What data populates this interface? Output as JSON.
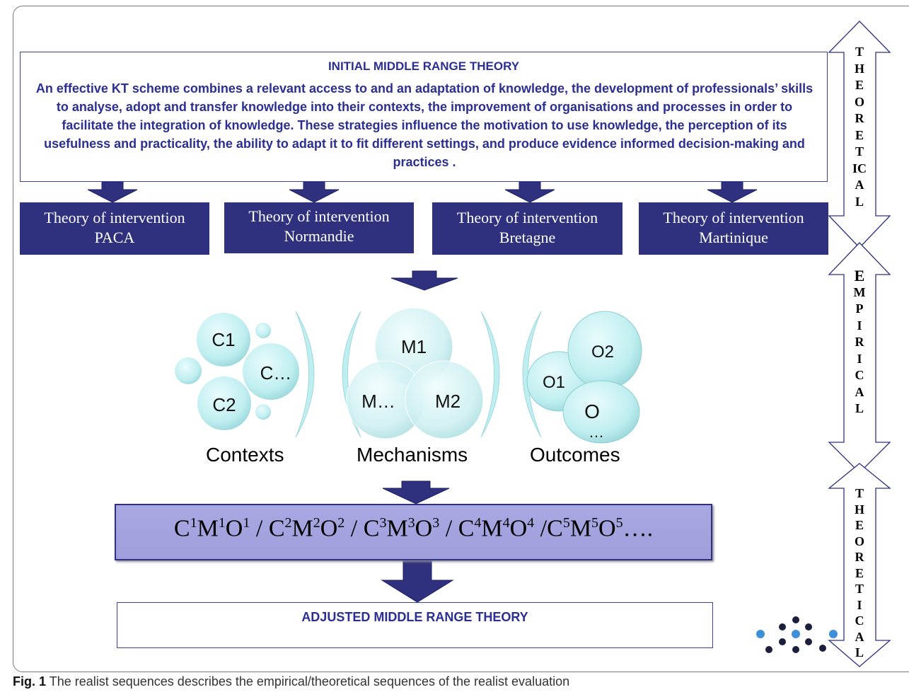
{
  "initial_theory": {
    "title": "INITIAL MIDDLE RANGE THEORY",
    "text": "An effective KT scheme combines a relevant access to and an adaptation of knowledge, the development of professionals’ skills to analyse, adopt and transfer knowledge into their contexts, the improvement of organisations and processes in order to facilitate the integration of knowledge. These strategies influence the motivation to use knowledge, the perception of its usefulness and practicality, the ability to adapt it to fit different settings, and produce evidence informed decision-making and practices ."
  },
  "interventions": [
    {
      "line1": "Theory of intervention",
      "line2": "PACA"
    },
    {
      "line1": "Theory of intervention",
      "line2": "Normandie"
    },
    {
      "line1": "Theory of intervention",
      "line2": "Bretagne"
    },
    {
      "line1": "Theory of intervention",
      "line2": "Martinique"
    }
  ],
  "contexts": {
    "label": "Contexts",
    "c1": "C1",
    "c2": "C2",
    "cn": "C…"
  },
  "mechanisms": {
    "label": "Mechanisms",
    "m1": "M1",
    "m2": "M2",
    "mn": "M…"
  },
  "outcomes": {
    "label": "Outcomes",
    "o1": "O1",
    "o2": "O2",
    "on": "O",
    "on_dots": "…"
  },
  "cmo_chain": {
    "items": [
      {
        "c": "C",
        "n1": "1",
        "m": "M",
        "n2": "1",
        "o": "O",
        "n3": "1"
      },
      {
        "c": "C",
        "n1": "2",
        "m": "M",
        "n2": "2",
        "o": "O",
        "n3": "2"
      },
      {
        "c": "C",
        "n1": "3",
        "m": "M",
        "n2": "3",
        "o": "O",
        "n3": "3"
      },
      {
        "c": "C",
        "n1": "4",
        "m": "M",
        "n2": "4",
        "o": "O",
        "n3": "4"
      },
      {
        "c": "C",
        "n1": "5",
        "m": "M",
        "n2": "5",
        "o": "O",
        "n3": "5"
      }
    ],
    "sep1": " / ",
    "sep2": " / ",
    "sep3": " / ",
    "sep4": " /",
    "trail": "…."
  },
  "adjusted_theory": {
    "title": "ADJUSTED MIDDLE RANGE THEORY"
  },
  "side_arrows": {
    "top": [
      "T",
      "H",
      "E",
      "O",
      "R",
      "E",
      "T",
      "IC",
      "A",
      "L"
    ],
    "middle": [
      "E",
      "M",
      "P",
      "I",
      "R",
      "I",
      "C",
      "A",
      "L"
    ],
    "bottom": [
      "T",
      "H",
      "E",
      "O",
      "R",
      "E",
      "T",
      "I",
      "C",
      "A",
      "L"
    ]
  },
  "caption": {
    "prefix": "Fig. 1",
    "text": "The realist sequences describes the empirical/theoretical sequences of the realist evaluation"
  },
  "colors": {
    "navy": "#2f317f",
    "title_blue": "#2b2f93",
    "bubble": "#bfeef0",
    "cmo_fill": "#a4a3df"
  }
}
